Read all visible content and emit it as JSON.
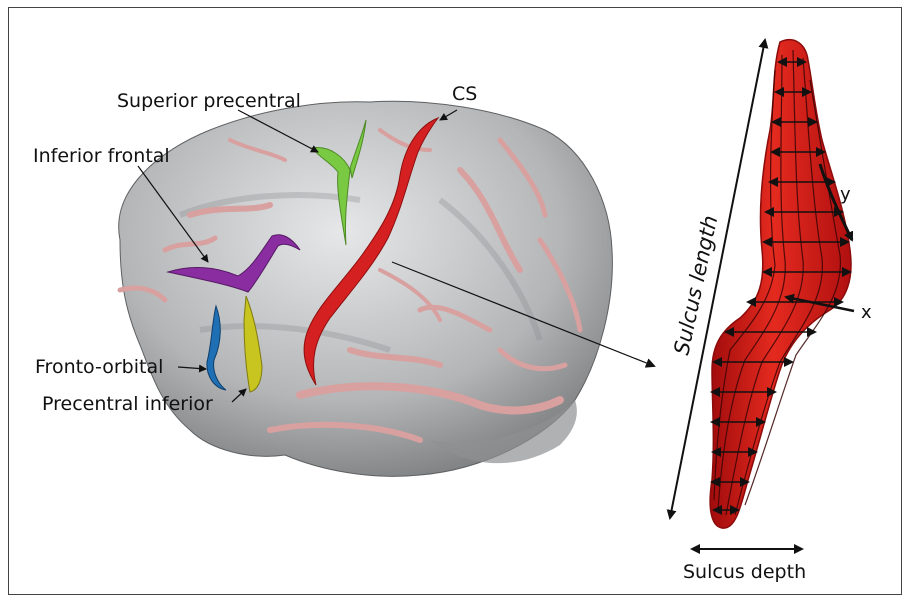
{
  "labels": {
    "superior_precentral": "Superior precentral",
    "cs": "CS",
    "inferior_frontal": "Inferior frontal",
    "fronto_orbital": "Fronto-orbital",
    "precentral_inferior": "Precentral inferior",
    "sulcus_length": "Sulcus length",
    "sulcus_depth": "Sulcus depth",
    "y_axis": "y",
    "x_axis": "x"
  },
  "colors": {
    "brain": "#b4b6b8",
    "sulcus_generic": "#d9a0a0",
    "superior_precentral": "#7ac943",
    "central_sulcus": "#d42020",
    "inferior_frontal": "#8a2da0",
    "fronto_orbital": "#1f6fb5",
    "precentral_inferior": "#c8c420",
    "sulcus_model": "#e2231a"
  }
}
